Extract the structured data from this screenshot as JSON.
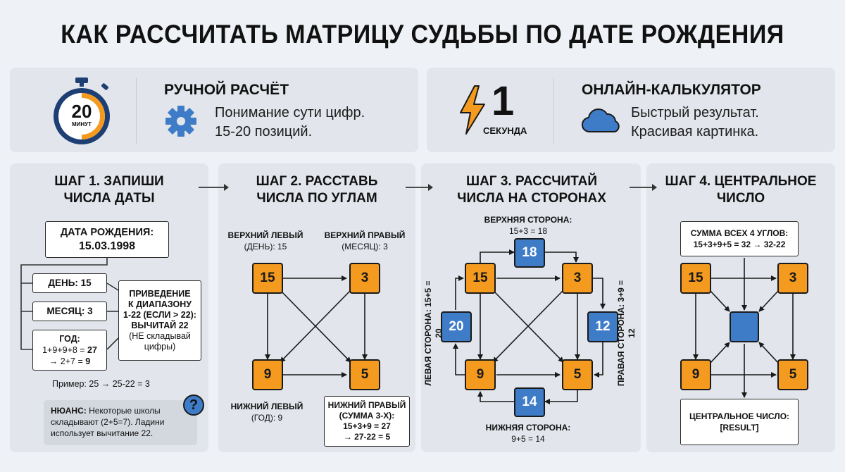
{
  "title": "КАК РАССЧИТАТЬ МАТРИЦУ СУДЬБЫ ПО ДАТЕ РОЖДЕНИЯ",
  "manual": {
    "timer_value": "20",
    "timer_unit": "МИНУТ",
    "heading": "РУЧНОЙ РАСЧЁТ",
    "line1": "Понимание сути цифр.",
    "line2": "15-20 позиций."
  },
  "online": {
    "speed_value": "1",
    "speed_unit": "СЕКУНДА",
    "heading": "ОНЛАЙН-КАЛЬКУЛЯТОР",
    "line1": "Быстрый результат.",
    "line2": "Красивая картинка."
  },
  "step1": {
    "title_line1": "ШАГ 1. ЗАПИШИ",
    "title_line2": "ЧИСЛА ДАТЫ",
    "birth_label": "ДАТА РОЖДЕНИЯ:",
    "birth_value": "15.03.1998",
    "day": "ДЕНЬ: 15",
    "month": "МЕСЯЦ: 3",
    "year_label": "ГОД:",
    "year_sum_prefix": "1+9+9+8 = ",
    "year_sum_result": "27",
    "year_reduce_prefix": "→ 2+7 = ",
    "year_reduce_result": "9",
    "reduce_rule_l1": "ПРИВЕДЕНИЕ",
    "reduce_rule_l2": "К ДИАПАЗОНУ",
    "reduce_rule_l3": "1-22 (ЕСЛИ > 22):",
    "reduce_rule_l4": "ВЫЧИТАЙ 22",
    "reduce_rule_l5": "(НЕ складывай",
    "reduce_rule_l6": "цифры)",
    "example": "Пример: 25 → 25-22 = 3",
    "nuance_label": "НЮАНС:",
    "nuance_text_l1": " Некоторые школы",
    "nuance_text_l2": "складывают (2+5=7). Ладини",
    "nuance_text_l3": "использует вычитание 22.",
    "question_mark": "?"
  },
  "step2": {
    "title_line1": "ШАГ 2. РАССТАВЬ",
    "title_line2": "ЧИСЛА ПО УГЛАМ",
    "tl_label_l1": "ВЕРХНИЙ ЛЕВЫЙ",
    "tl_label_l2": "(ДЕНЬ): 15",
    "tr_label_l1": "ВЕРХНИЙ ПРАВЫЙ",
    "tr_label_l2": "(МЕСЯЦ): 3",
    "bl_label_l1": "НИЖНИЙ ЛЕВЫЙ",
    "bl_label_l2": "(ГОД): 9",
    "br_label_l1": "НИЖНИЙ ПРАВЫЙ",
    "br_label_l2": "(СУММА 3-Х):",
    "br_label_l3": "15+3+9 = 27",
    "br_label_l4": "→ 27-22 = 5",
    "tl": "15",
    "tr": "3",
    "bl": "9",
    "br": "5"
  },
  "step3": {
    "title_line1": "ШАГ 3. РАССЧИТАЙ",
    "title_line2": "ЧИСЛА НА СТОРОНАХ",
    "top_label_l1": "ВЕРХНЯЯ СТОРОНА:",
    "top_label_l2": "15+3 = 18",
    "bottom_label_l1": "НИЖНЯЯ СТОРОНА:",
    "bottom_label_l2": "9+5 = 14",
    "left_label": "ЛЕВАЯ СТОРОНА: 15+5 = 20",
    "right_label": "ПРАВАЯ СТОРОНА: 3+9 = 12",
    "top": "18",
    "bottom": "14",
    "left": "20",
    "right": "12",
    "tl": "15",
    "tr": "3",
    "bl": "9",
    "br": "5"
  },
  "step4": {
    "title_line1": "ШАГ 4. ЦЕНТРАЛЬНОЕ",
    "title_line2": "ЧИСЛО",
    "sum_label_l1": "СУММА ВСЕХ 4 УГЛОВ:",
    "sum_label_l2": "15+3+9+5 = 32 → 32-22",
    "central_l1": "ЦЕНТРАЛЬНОЕ ЧИСЛО:",
    "central_l2": "[RESULT]",
    "tl": "15",
    "tr": "3",
    "bl": "9",
    "br": "5"
  },
  "colors": {
    "orange": "#f39a1f",
    "blue": "#3f7cc8",
    "timer_blue": "#1e3f73"
  }
}
